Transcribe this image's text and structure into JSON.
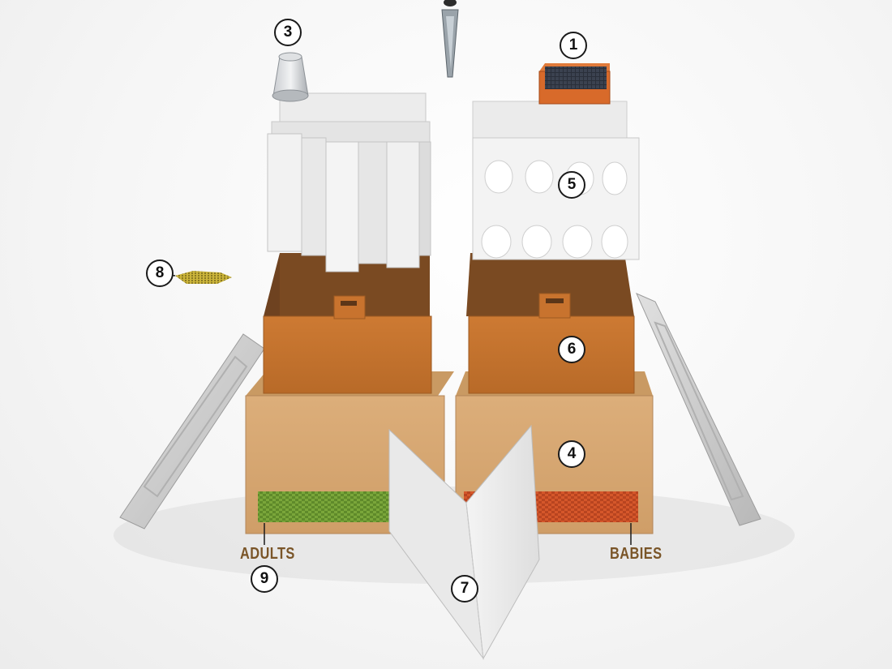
{
  "colors": {
    "cardboard": "#d9a873",
    "inner_box": "#c8732e",
    "inner_dark": "#7a4a22",
    "adults_band": "#7aa63a",
    "babies_band": "#d5572a",
    "label_text": "#7a5528",
    "lid": "#cfcfcf"
  },
  "callouts": [
    {
      "id": "callout-1",
      "number": "1",
      "part": "solar-panel"
    },
    {
      "id": "callout-3",
      "number": "3",
      "part": "glass-container"
    },
    {
      "id": "callout-4",
      "number": "4",
      "part": "outer-cardboard-box"
    },
    {
      "id": "callout-5",
      "number": "5",
      "part": "egg-tray"
    },
    {
      "id": "callout-6",
      "number": "6",
      "part": "inner-box"
    },
    {
      "id": "callout-7",
      "number": "7",
      "part": "folded-sheet"
    },
    {
      "id": "callout-8",
      "number": "8",
      "part": "grain-pile"
    },
    {
      "id": "callout-9",
      "number": "9",
      "part": "color-bands"
    }
  ],
  "labels": {
    "adults": "ADULTS",
    "babies": "BABIES"
  }
}
